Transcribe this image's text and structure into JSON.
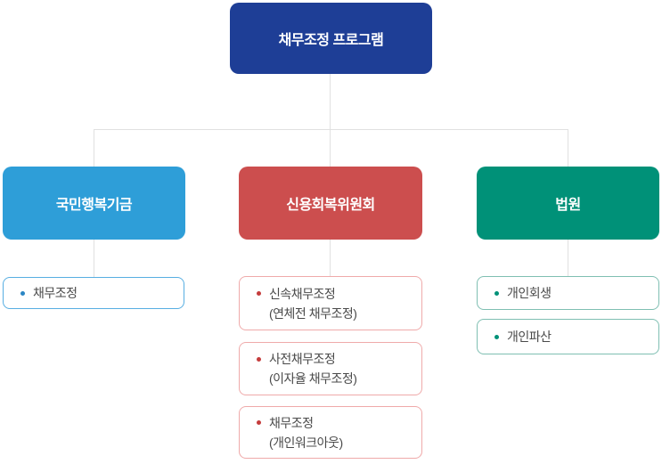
{
  "root": {
    "label": "채무조정 프로그램",
    "color": "#1e3e96"
  },
  "branches": [
    {
      "label": "국민행복기금",
      "color": "#2e9ed8",
      "leaf_border_color": "#57aee2",
      "bullet_color": "#2b86c4",
      "items": [
        {
          "label": "채무조정"
        }
      ]
    },
    {
      "label": "신용회복위원회",
      "color": "#cc4e4e",
      "leaf_border_color": "#efaaaa",
      "bullet_color": "#c53c3c",
      "items": [
        {
          "label": "신속채무조정",
          "sub": "(연체전 채무조정)"
        },
        {
          "label": "사전채무조정",
          "sub": "(이자율 채무조정)"
        },
        {
          "label": "채무조정",
          "sub": "(개인워크아웃)"
        }
      ]
    },
    {
      "label": "법원",
      "color": "#009178",
      "leaf_border_color": "#7fbfb2",
      "bullet_color": "#009178",
      "items": [
        {
          "label": "개인회생"
        },
        {
          "label": "개인파산"
        }
      ]
    }
  ],
  "connector_color": "#e0e0e0",
  "background_color": "#ffffff",
  "leaf_text_color": "#4a4a4a"
}
